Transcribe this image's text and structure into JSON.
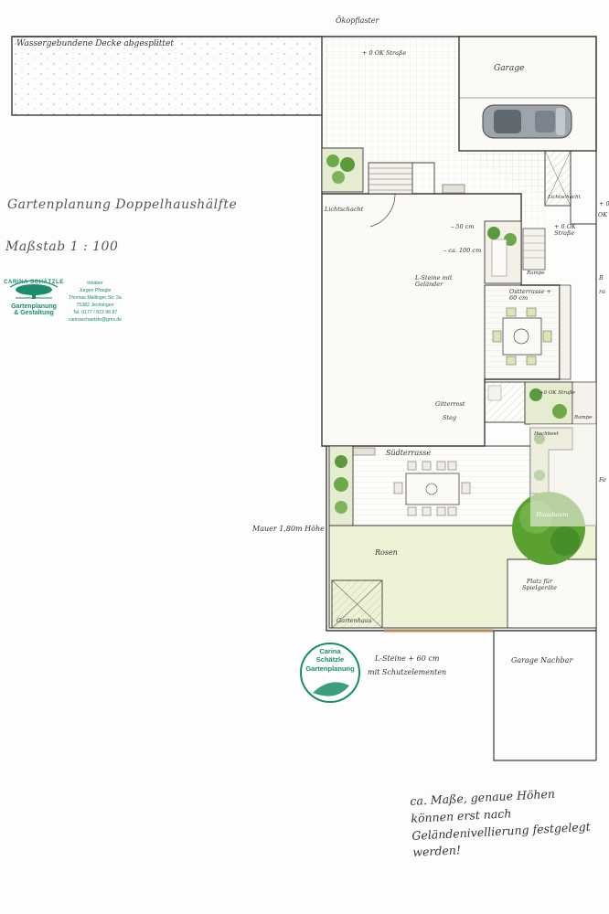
{
  "title": "Gartenplanung Doppelhaushälfte",
  "scale": "Maßstab 1 : 100",
  "logo": {
    "name": "CARINA SCHÄTZLE",
    "subtitle_line1": "Gartenplanung",
    "subtitle_line2": "& Gestaltung"
  },
  "contact": {
    "label": "Inhaber",
    "owner": "Jürgen Pfoegle",
    "street": "Thomas Mallinger Str. 2a",
    "city": "75382 Jechtingen",
    "phone": "Tel. 0177 / 823 98 87",
    "email": "carinaschaetzle@gmx.de"
  },
  "stamp": {
    "line1": "Carina",
    "line2": "Schätzle",
    "line3": "Gartenplanung"
  },
  "labels": {
    "deck": "Wassergebundene Decke abgesplittet",
    "pflaster": "Ökopflaster",
    "level_street": "+ 0   OK Straße",
    "garage": "Garage",
    "lichtschacht_left": "Lichtschacht",
    "lichtschacht_right": "Lichtschacht",
    "level_right": "+ 0   OK Straße",
    "minus50": "– 50 cm",
    "minus100": "– ca. 100 cm",
    "steine_gelaender": "L-Steine mit Geländer",
    "ostterrasse": "Ostterrasse + 60 cm",
    "gitterrost": "Gitterrost",
    "steg": "Steg",
    "ok_strasse": "+0 OK Straße",
    "rampe": "Rampe",
    "suedterrasse": "Südterrasse",
    "hochbeet": "Hochbeet",
    "hausbaum": "Hausbaum",
    "mauer": "Mauer 1,80m Höhe",
    "rosen": "Rosen",
    "platz": "Platz für Spielgeräte",
    "gartenhaus": "Gartenhaus",
    "l_steine": "L-Steine + 60 cm",
    "schutz": "mit Schutzelementen",
    "garage_nachbar": "Garage Nachbar",
    "edge_b": "B",
    "edge_ra": "ra",
    "edge_fe": "Fe",
    "level_k": "+ 0",
    "level_k2": "OK",
    "note": "ca. Maße, genaue Höhen können erst nach Geländenivellierung festgelegt werden!"
  },
  "colors": {
    "line": "#3a3a3a",
    "grass": "#eef2d6",
    "terrace": "#f1ede6",
    "green": "#5a9a3c",
    "tree": "#4f9a2e",
    "brand": "#1a8c6b"
  }
}
